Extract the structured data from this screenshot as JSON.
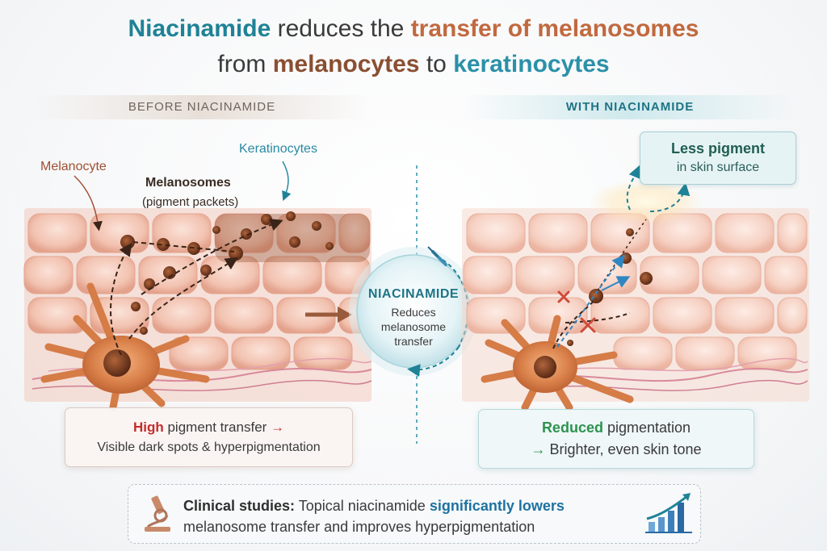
{
  "title": {
    "line1_part1": "Niacinamide",
    "line1_part2": " reduces the ",
    "line1_part3": "transfer of melanosomes",
    "line2_part1": "from ",
    "line2_part2": "melanocytes",
    "line2_part3": " to ",
    "line2_part4": "keratinocytes"
  },
  "left_panel": {
    "header": "BEFORE NIACINAMIDE",
    "label_melanocyte": "Melanocyte",
    "label_keratinocytes": "Keratinocytes",
    "label_melanosomes": "Melanosomes",
    "label_packets": "(pigment packets)",
    "summary_emphasis": "High",
    "summary_line1": " pigment transfer ",
    "summary_arrow": "→",
    "summary_line2": "Visible dark spots & hyperpigmentation"
  },
  "center": {
    "title": "NIACINAMIDE",
    "body_line1": "Reduces",
    "body_line2": "melanosome",
    "body_line3": "transfer"
  },
  "right_panel": {
    "header": "WITH NIACINAMIDE",
    "callout_line1": "Less pigment",
    "callout_line2": "in skin surface",
    "summary_emphasis": "Reduced",
    "summary_line1": " pigmentation",
    "summary_arrow": "→",
    "summary_line2": " Brighter, even skin tone"
  },
  "clinical": {
    "bold_prefix": "Clinical studies:",
    "text1": " Topical niacinamide ",
    "highlight": "significantly lowers",
    "text2": "melanosome transfer and improves hyperpigmentation"
  },
  "icons": [
    "microscope-icon",
    "growth-chart-icon",
    "block-x-icon"
  ],
  "colors": {
    "teal": "#1f8296",
    "orange": "#c1693f",
    "brown": "#8a4f31",
    "red": "#c42b2b",
    "green": "#2d9350"
  }
}
